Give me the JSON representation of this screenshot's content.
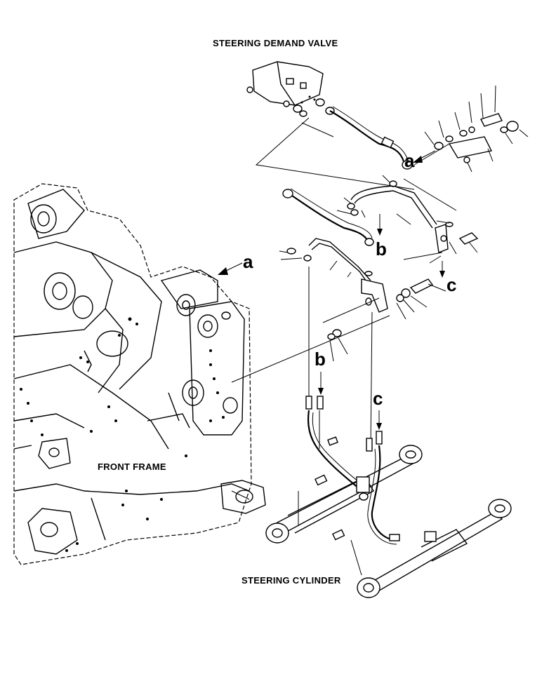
{
  "labels": {
    "steering_demand_valve": "STEERING DEMAND VALVE",
    "front_frame": "FRONT FRAME",
    "steering_cylinder": "STEERING CYLINDER"
  },
  "callouts": {
    "a_top": "a",
    "a_frame": "a",
    "b_top": "b",
    "b_bottom": "b",
    "c_top": "c",
    "c_bottom": "c"
  }
}
